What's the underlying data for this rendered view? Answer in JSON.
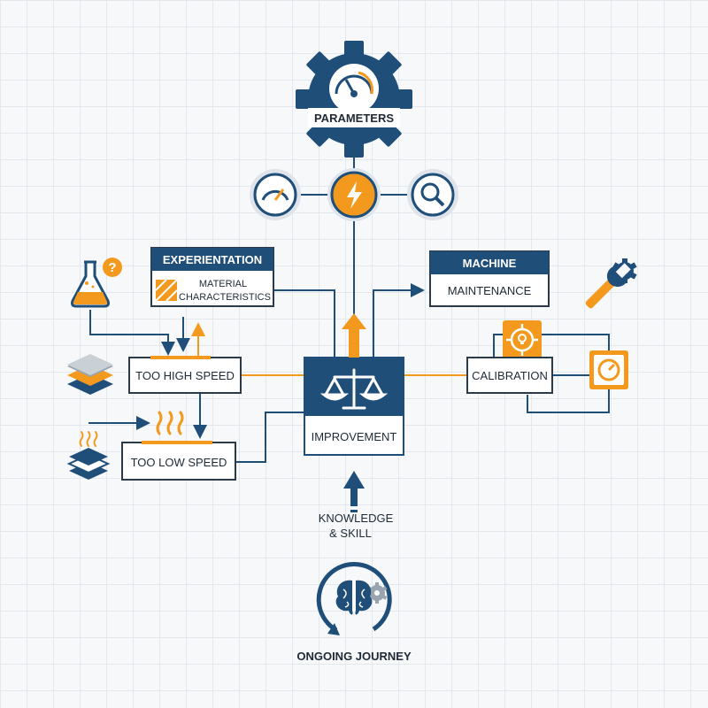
{
  "colors": {
    "navy": "#1f4e79",
    "orange": "#f39a1e",
    "box_fill": "#ffffff",
    "box_stroke": "#2b3a4a"
  },
  "nodes": {
    "parameters": "PARAMETERS",
    "experimentation_title": "EXPERIENTATION",
    "material_line1": "MATERIAL",
    "material_line2": "CHARACTERISTICS",
    "machine_title": "MACHINE",
    "maintenance": "MAINTENANCE",
    "too_high_speed": "TOO HIGH SPEED",
    "too_low_speed": "TOO LOW SPEED",
    "calibration": "CALIBRATION",
    "improvement": "IMPROVEMENT",
    "knowledge_line1": "KNOWLEDGE",
    "knowledge_line2": "& SKILL",
    "ongoing_journey": "ONGOING JOURNEY"
  },
  "icons": [
    "gear-gauge-icon",
    "gauge-icon",
    "lightning-icon",
    "magnifier-icon",
    "flask-icon",
    "question-icon",
    "layers-icon",
    "heat-waves-icon",
    "wrench-gear-icon",
    "target-bulb-icon",
    "settings-dial-icon",
    "scales-icon",
    "brain-cycle-icon"
  ]
}
